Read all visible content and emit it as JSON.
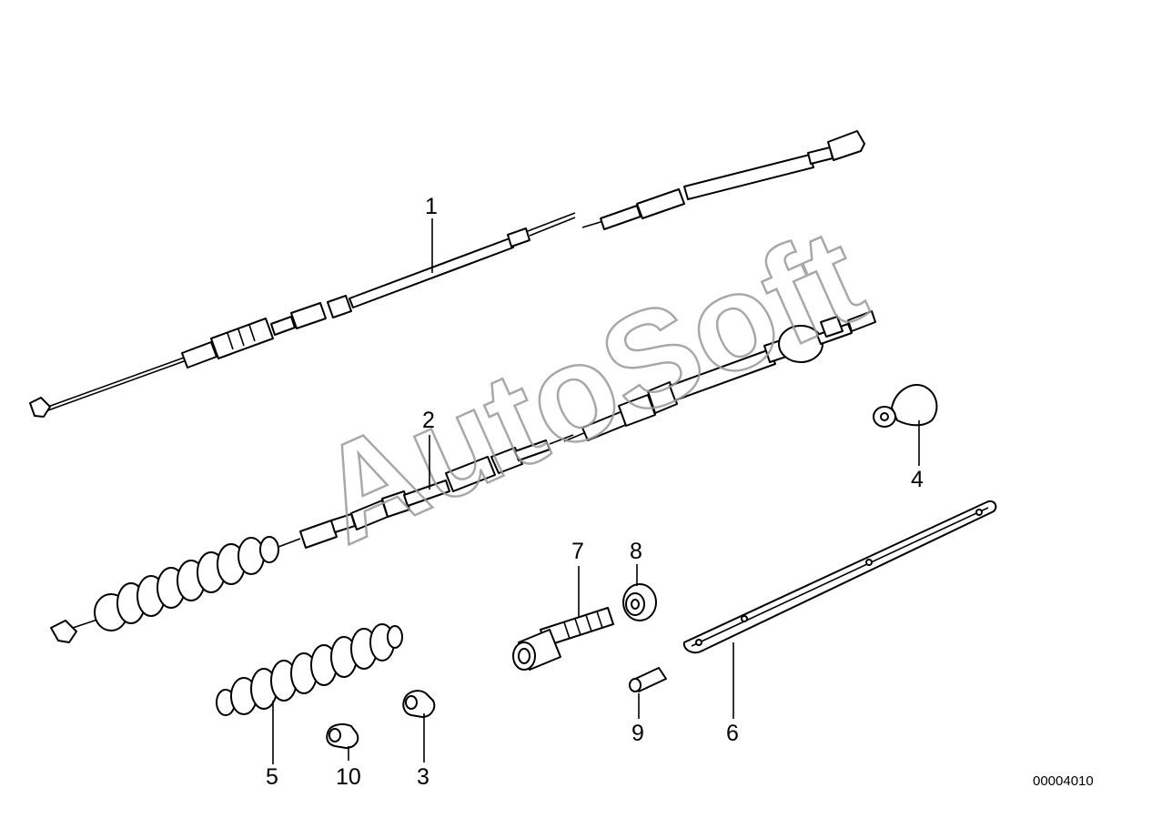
{
  "watermark": "AutoSoft",
  "diagram_code": "00004010",
  "callouts": {
    "c1": "1",
    "c2": "2",
    "c3": "3",
    "c4": "4",
    "c5": "5",
    "c6": "6",
    "c7": "7",
    "c8": "8",
    "c9": "9",
    "c10": "10"
  },
  "parts": [
    {
      "ref": "1",
      "shape": "upper-cable"
    },
    {
      "ref": "2",
      "shape": "lower-cable-with-boot"
    },
    {
      "ref": "3",
      "shape": "cable-nipple"
    },
    {
      "ref": "4",
      "shape": "rubber-cap"
    },
    {
      "ref": "5",
      "shape": "bellows-boot"
    },
    {
      "ref": "6",
      "shape": "holder-strip"
    },
    {
      "ref": "7",
      "shape": "adjusting-screw"
    },
    {
      "ref": "8",
      "shape": "knurled-nut"
    },
    {
      "ref": "9",
      "shape": "sleeve"
    },
    {
      "ref": "10",
      "shape": "clamp-piece"
    }
  ]
}
